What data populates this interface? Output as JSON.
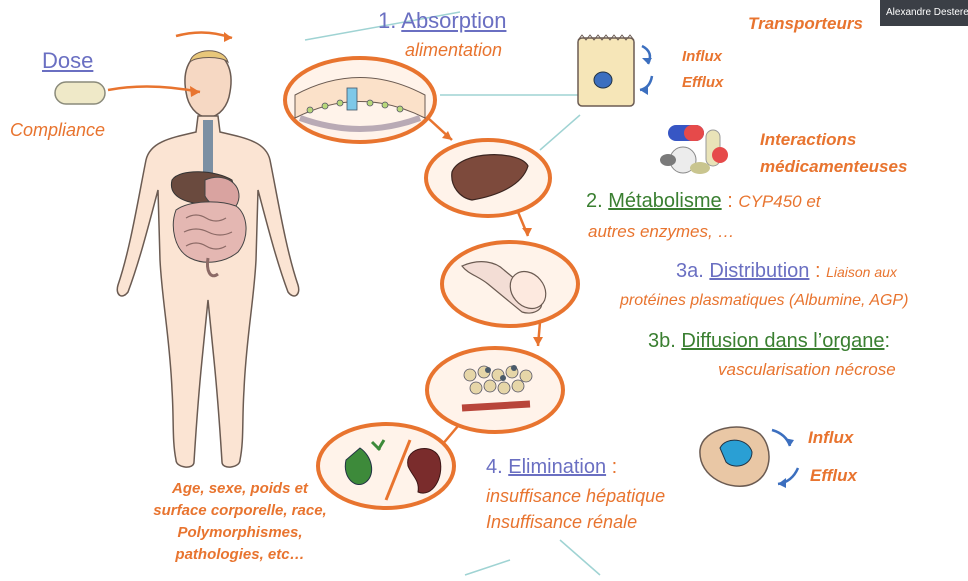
{
  "dose": {
    "label": "Dose",
    "compliance": "Compliance"
  },
  "absorption": {
    "number": "1.",
    "title": "Absorption",
    "sub": "alimentation"
  },
  "transporteurs": "Transporteurs",
  "influx_top": "Influx",
  "efflux_top": "Efflux",
  "interactions": {
    "line1": "Interactions",
    "line2": "médicamenteuses"
  },
  "metabolisme": {
    "number": "2.",
    "title": "Métabolisme",
    "sep": " : ",
    "detail1": "CYP450 et",
    "detail2": "autres enzymes, …"
  },
  "distribution": {
    "number": "3a.",
    "title": "Distribution",
    "sep": " : ",
    "detail1": "Liaison aux",
    "detail2": "protéines plasmatiques (Albumine, AGP)"
  },
  "diffusion": {
    "number": "3b.",
    "title": "Diffusion dans l’organe",
    "sep": ":",
    "detail": "vascularisation nécrose"
  },
  "elimination": {
    "number": "4.",
    "title": "Elimination",
    "sep": " :",
    "detail1": "insuffisance hépatique",
    "detail2": "Insuffisance rénale"
  },
  "influx_bottom": "Influx",
  "efflux_bottom": "Efflux",
  "factors": [
    "Age, sexe, poids et",
    "surface corporelle, race,",
    "Polymorphismes,",
    "pathologies, etc…"
  ],
  "presenter": "Alexandre Destere",
  "colors": {
    "orange": "#e8742f",
    "blue": "#6a6fc2",
    "green": "#3a7f31"
  }
}
